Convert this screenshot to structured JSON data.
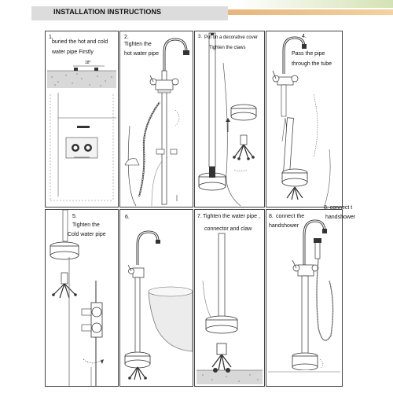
{
  "header": {
    "title": "INSTALLATION INSTRUCTIONS",
    "accent_colors": {
      "orange": "#e7b67b",
      "green": "#d3e2b5"
    }
  },
  "steps": [
    {
      "number": "1.",
      "lines": [
        "buried the hot and cold",
        "water pipe Firstly"
      ]
    },
    {
      "number": "2.",
      "lines": [
        "Tighten the",
        "hot water pipe"
      ]
    },
    {
      "number": "3.",
      "lines": [
        "Put on a decorative cover",
        "Tighten the claws"
      ]
    },
    {
      "number": "4.",
      "lines": [
        "Pass the pipe",
        "through the tube"
      ]
    },
    {
      "number": "5.",
      "lines": [
        "Tighten the",
        "Cold water pipe"
      ]
    },
    {
      "number": "6.",
      "lines": []
    },
    {
      "number": "7.",
      "lines": [
        "Tighten the water pipe ,",
        "connector and claw"
      ]
    },
    {
      "number": "8.",
      "lines": [
        "connect the",
        "handshower"
      ]
    }
  ],
  "overflow_caption": [
    "8. connect t",
    "handshower"
  ],
  "panel1_dimension": "18°"
}
